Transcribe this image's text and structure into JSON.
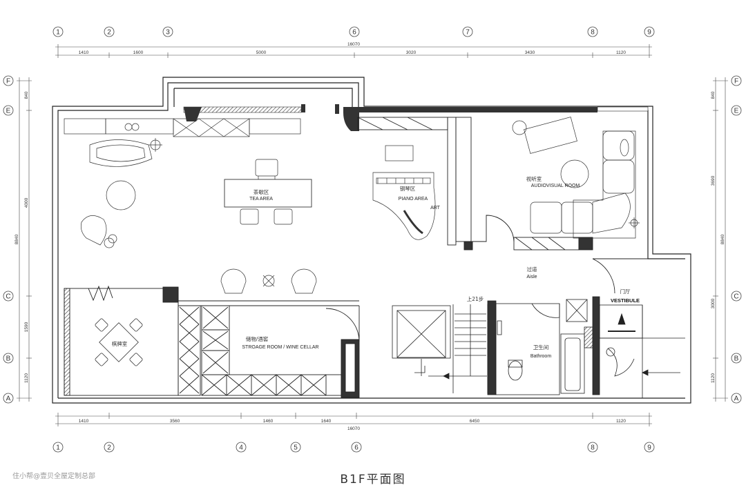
{
  "title": "B1F平面图",
  "watermark": "住小帮@壹贝全屋定制总部",
  "grid_columns_top": [
    "1",
    "2",
    "3",
    "6",
    "7",
    "8",
    "9"
  ],
  "grid_columns_bottom": [
    "1",
    "2",
    "4",
    "5",
    "6",
    "8",
    "9"
  ],
  "grid_rows": [
    "F",
    "E",
    "C",
    "B",
    "A"
  ],
  "dims_top": {
    "total": "16070",
    "segments": [
      "1410",
      "1600",
      "5000",
      "3020",
      "3430",
      "1120"
    ]
  },
  "dims_bottom": {
    "total": "16070",
    "segments": [
      "1410",
      "3560",
      "1460",
      "1640",
      "6450",
      "1120"
    ]
  },
  "dims_left": {
    "total": "8840",
    "segments": [
      "840",
      "4000",
      "1590",
      "1120"
    ]
  },
  "dims_right": {
    "total": "8840",
    "segments": [
      "840",
      "3690",
      "3000",
      "1120"
    ]
  },
  "rooms": {
    "tea": {
      "cn": "茶歇区",
      "en": "TEA AREA"
    },
    "piano": {
      "cn": "钢琴区",
      "en": "PIANO AREA"
    },
    "art": {
      "en": "ART"
    },
    "av": {
      "cn": "视听室",
      "en": "AUDIOVISUAL ROOM"
    },
    "aisle": {
      "cn": "过道",
      "en": "Aisle"
    },
    "vestibule": {
      "cn": "门厅",
      "en": "VESTIBULE"
    },
    "bathroom": {
      "cn": "卫生间",
      "en": "Bathroom"
    },
    "storage": {
      "cn": "储物/酒窖",
      "en": "STROAGE ROOM / WINE CELLAR"
    },
    "chess": {
      "cn": "棋牌室"
    },
    "stair": {
      "label": "上21步"
    }
  }
}
